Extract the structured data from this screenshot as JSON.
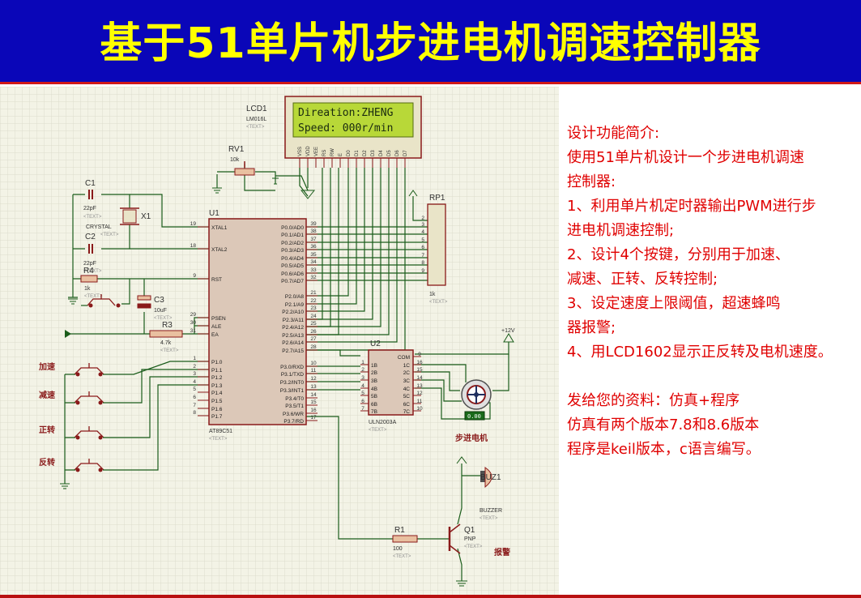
{
  "title": "基于51单片机步进电机调速控制器",
  "lcd": {
    "ref": "LCD1",
    "part": "LM016L",
    "line1": "Direation:ZHENG",
    "line2": "Speed: 000r/min",
    "pins": [
      "VSS",
      "VDD",
      "VEE",
      "RS",
      "RW",
      "E",
      "D0",
      "D1",
      "D2",
      "D3",
      "D4",
      "D5",
      "D6",
      "D7"
    ]
  },
  "rv1": {
    "ref": "RV1",
    "value": "10k"
  },
  "c1": {
    "ref": "C1",
    "value": "22pF"
  },
  "c2": {
    "ref": "C2",
    "value": "22pF"
  },
  "x1": {
    "ref": "X1",
    "part": "CRYSTAL"
  },
  "r4": {
    "ref": "R4",
    "value": "1k"
  },
  "c3": {
    "ref": "C3",
    "value": "10uF"
  },
  "r3": {
    "ref": "R3",
    "value": "4.7k"
  },
  "u1": {
    "ref": "U1",
    "part": "AT89C51",
    "left_pins": [
      {
        "n": "19",
        "name": "XTAL1"
      },
      {
        "n": "18",
        "name": "XTAL2"
      },
      {
        "n": "9",
        "name": "RST"
      },
      {
        "n": "29",
        "name": "PSEN"
      },
      {
        "n": "30",
        "name": "ALE"
      },
      {
        "n": "31",
        "name": "EA"
      },
      {
        "n": "1",
        "name": "P1.0"
      },
      {
        "n": "2",
        "name": "P1.1"
      },
      {
        "n": "3",
        "name": "P1.2"
      },
      {
        "n": "4",
        "name": "P1.3"
      },
      {
        "n": "5",
        "name": "P1.4"
      },
      {
        "n": "6",
        "name": "P1.5"
      },
      {
        "n": "7",
        "name": "P1.6"
      },
      {
        "n": "8",
        "name": "P1.7"
      }
    ],
    "right_pins": [
      {
        "n": "39",
        "name": "P0.0/AD0"
      },
      {
        "n": "38",
        "name": "P0.1/AD1"
      },
      {
        "n": "37",
        "name": "P0.2/AD2"
      },
      {
        "n": "36",
        "name": "P0.3/AD3"
      },
      {
        "n": "35",
        "name": "P0.4/AD4"
      },
      {
        "n": "34",
        "name": "P0.5/AD5"
      },
      {
        "n": "33",
        "name": "P0.6/AD6"
      },
      {
        "n": "32",
        "name": "P0.7/AD7"
      },
      {
        "n": "21",
        "name": "P2.0/A8"
      },
      {
        "n": "22",
        "name": "P2.1/A9"
      },
      {
        "n": "23",
        "name": "P2.2/A10"
      },
      {
        "n": "24",
        "name": "P2.3/A11"
      },
      {
        "n": "25",
        "name": "P2.4/A12"
      },
      {
        "n": "26",
        "name": "P2.5/A13"
      },
      {
        "n": "27",
        "name": "P2.6/A14"
      },
      {
        "n": "28",
        "name": "P2.7/A15"
      },
      {
        "n": "10",
        "name": "P3.0/RXD"
      },
      {
        "n": "11",
        "name": "P3.1/TXD"
      },
      {
        "n": "12",
        "name": "P3.2/INT0"
      },
      {
        "n": "13",
        "name": "P3.3/INT1"
      },
      {
        "n": "14",
        "name": "P3.4/T0"
      },
      {
        "n": "15",
        "name": "P3.5/T1"
      },
      {
        "n": "16",
        "name": "P3.6/WR"
      },
      {
        "n": "17",
        "name": "P3.7/RD"
      }
    ]
  },
  "u2": {
    "ref": "U2",
    "part": "ULN2003A",
    "left_pins": [
      {
        "n": "1",
        "name": "1B"
      },
      {
        "n": "2",
        "name": "2B"
      },
      {
        "n": "3",
        "name": "3B"
      },
      {
        "n": "4",
        "name": "4B"
      },
      {
        "n": "5",
        "name": "5B"
      },
      {
        "n": "6",
        "name": "6B"
      },
      {
        "n": "7",
        "name": "7B"
      }
    ],
    "right_pins": [
      {
        "n": "9",
        "name": "COM"
      },
      {
        "n": "16",
        "name": "1C"
      },
      {
        "n": "15",
        "name": "2C"
      },
      {
        "n": "14",
        "name": "3C"
      },
      {
        "n": "13",
        "name": "4C"
      },
      {
        "n": "12",
        "name": "5C"
      },
      {
        "n": "11",
        "name": "6C"
      },
      {
        "n": "10",
        "name": "7C"
      }
    ]
  },
  "rp1": {
    "ref": "RP1",
    "value": "1k",
    "pins": [
      "2",
      "3",
      "4",
      "5",
      "6",
      "7",
      "8",
      "9"
    ]
  },
  "buttons": [
    "加速",
    "减速",
    "正转",
    "反转"
  ],
  "motor": {
    "label": "步进电机",
    "readout": "0.00"
  },
  "power": "+12V",
  "buz1": {
    "ref": "BUZ1",
    "part": "BUZZER"
  },
  "r1": {
    "ref": "R1",
    "value": "100"
  },
  "q1": {
    "ref": "Q1",
    "part": "PNP"
  },
  "alarm_label": "报警",
  "placeholder_text": "<TEXT>",
  "info": [
    "设计功能简介:",
    "使用51单片机设计一个步进电机调速",
    "控制器:",
    "1、利用单片机定时器输出PWM进行步",
    "进电机调速控制;",
    "2、设计4个按键，分别用于加速、",
    "减速、正转、反转控制;",
    "3、设定速度上限阈值，超速蜂鸣",
    "器报警;",
    "4、用LCD1602显示正反转及电机速度。",
    "",
    "发给您的资料：仿真+程序",
    "仿真有两个版本7.8和8.6版本",
    "程序是keil版本，c语言编写。"
  ],
  "colors": {
    "banner": "#0a06b8",
    "title": "#ffff00",
    "info_text": "#e00000",
    "wire": "#1a5c1a",
    "component": "#8a1a1a",
    "lcd_screen": "#b8d838",
    "grid_bg": "#f3f3e6"
  }
}
